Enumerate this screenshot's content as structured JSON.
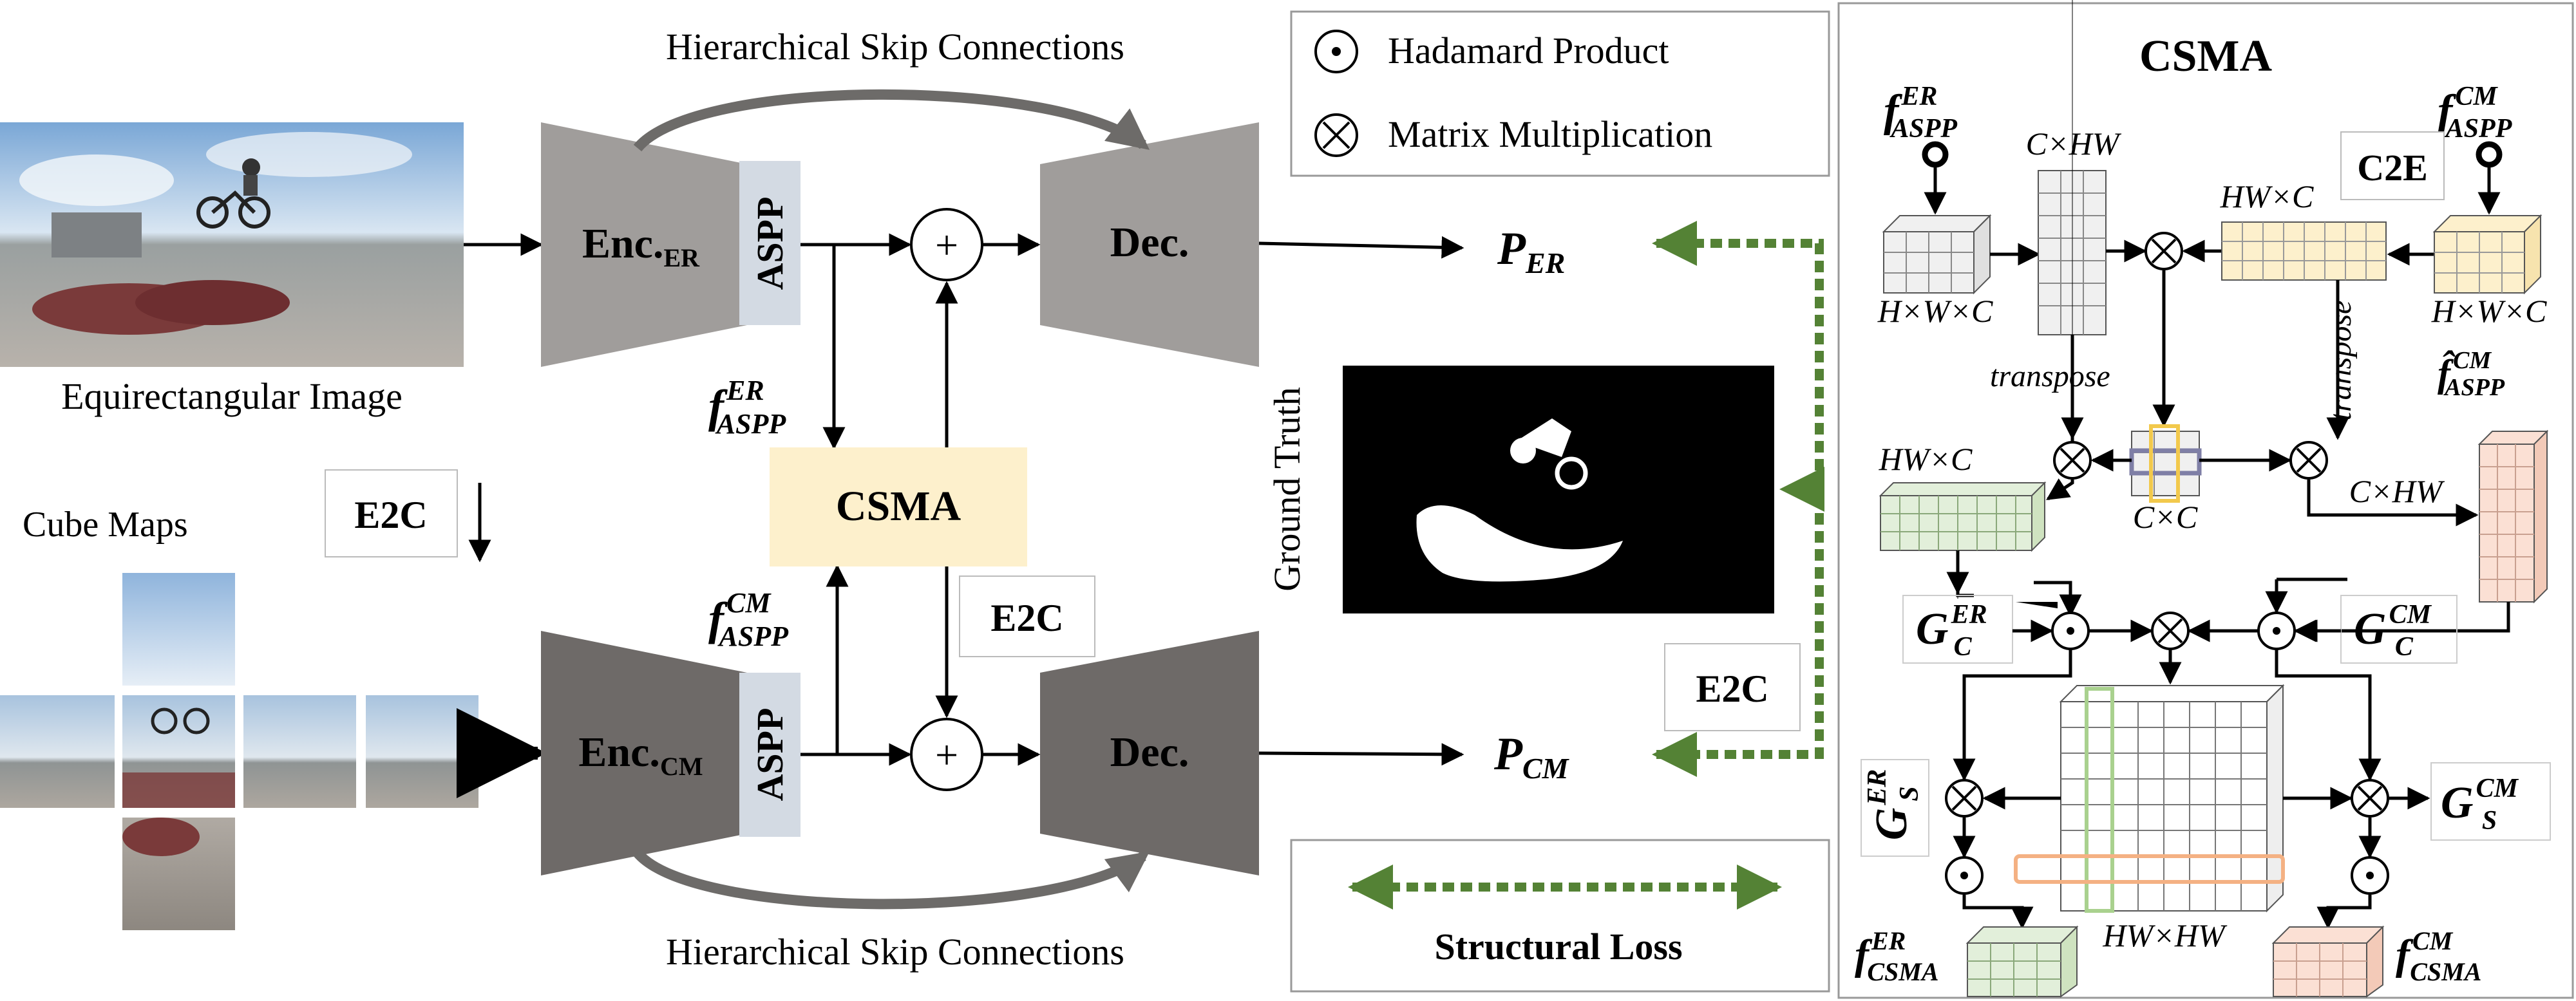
{
  "images": {
    "equirect_caption": "Equirectangular Image",
    "cube_caption": "Cube Maps"
  },
  "skip": {
    "top": "Hierarchical Skip Connections",
    "bottom": "Hierarchical Skip Connections"
  },
  "encoders": {
    "er_main": "Enc.",
    "er_sub": "ER",
    "cm_main": "Enc.",
    "cm_sub": "CM",
    "aspp": "ASPP"
  },
  "decoders": {
    "label": "Dec."
  },
  "ops": {
    "plus": "+",
    "hadamard": "⊙",
    "matmul": "⊗"
  },
  "features": {
    "f_main": "f",
    "aspp_er_sup": "ER",
    "aspp_er_sub": "ASPP",
    "aspp_cm_sup": "CM",
    "aspp_cm_sub": "ASPP"
  },
  "csma_box": {
    "label": "CSMA"
  },
  "e2c": {
    "left": "E2C",
    "mid": "E2C",
    "right": "E2C"
  },
  "outputs": {
    "p_er_main": "P",
    "p_er_sub": "ER",
    "p_cm_main": "P",
    "p_cm_sub": "CM"
  },
  "ground_truth": {
    "label": "Ground Truth"
  },
  "legend": {
    "hadamard": "Hadamard Product",
    "matmul": "Matrix Multiplication",
    "structural_loss": "Structural Loss"
  },
  "csma_panel": {
    "title": "CSMA",
    "c2e": "C2E",
    "c_hw_top": "C×HW",
    "hw_c_top": "HW×C",
    "hwc_left": "H×W×C",
    "hwc_right": "H×W×C",
    "fhat": "f̂",
    "transpose_left": "transpose",
    "transpose_right": "transpose",
    "hw_c_left": "HW×C",
    "c_c": "C×C",
    "c_hw_right": "C×HW",
    "g_main": "G",
    "gc_er_sup": "ER",
    "gc_sub": "C",
    "gc_cm_sup": "CM",
    "gs_er_sup": "ER",
    "gs_sub": "S",
    "gs_cm_sup": "CM",
    "hw_hw": "HW×HW",
    "csma_sub": "CSMA",
    "er": "ER",
    "cm": "CM"
  },
  "colors": {
    "enc_er": "#a09d9b",
    "enc_cm": "#6e6a68",
    "aspp": "#d3dae3",
    "csma_fill": "#fdf0cc",
    "green_loss": "#548235",
    "cube_gray": "#f0f0f0",
    "cube_yellow": "#fdf0cc",
    "cube_green": "#e2efda",
    "cube_pink": "#fbe0d4"
  }
}
